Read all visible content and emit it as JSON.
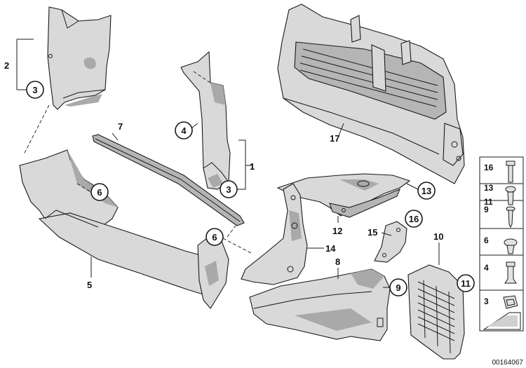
{
  "diagram": {
    "callouts": [
      {
        "id": "c1",
        "label": "1"
      },
      {
        "id": "c2",
        "label": "2"
      },
      {
        "id": "c3a",
        "label": "3"
      },
      {
        "id": "c3b",
        "label": "3"
      },
      {
        "id": "c4",
        "label": "4"
      },
      {
        "id": "c5",
        "label": "5"
      },
      {
        "id": "c6a",
        "label": "6"
      },
      {
        "id": "c6b",
        "label": "6"
      },
      {
        "id": "c7",
        "label": "7"
      },
      {
        "id": "c8",
        "label": "8"
      },
      {
        "id": "c9",
        "label": "9"
      },
      {
        "id": "c10",
        "label": "10"
      },
      {
        "id": "c11",
        "label": "11"
      },
      {
        "id": "c12",
        "label": "12"
      },
      {
        "id": "c13",
        "label": "13"
      },
      {
        "id": "c14",
        "label": "14"
      },
      {
        "id": "c15",
        "label": "15"
      },
      {
        "id": "c16",
        "label": "16"
      },
      {
        "id": "c17",
        "label": "17"
      }
    ],
    "hardware_legend": [
      {
        "labels": [
          "16"
        ],
        "item": "bolt-icon"
      },
      {
        "labels": [
          "13",
          "11"
        ],
        "item": "expanding-rivet-icon"
      },
      {
        "labels": [
          "9"
        ],
        "item": "screw-icon"
      },
      {
        "labels": [
          "6"
        ],
        "item": "push-clip-icon"
      },
      {
        "labels": [
          "4"
        ],
        "item": "plastic-rivet-icon"
      },
      {
        "labels": [
          "3"
        ],
        "item": "clip-nut-icon"
      }
    ],
    "diagram_number": "00164067"
  }
}
